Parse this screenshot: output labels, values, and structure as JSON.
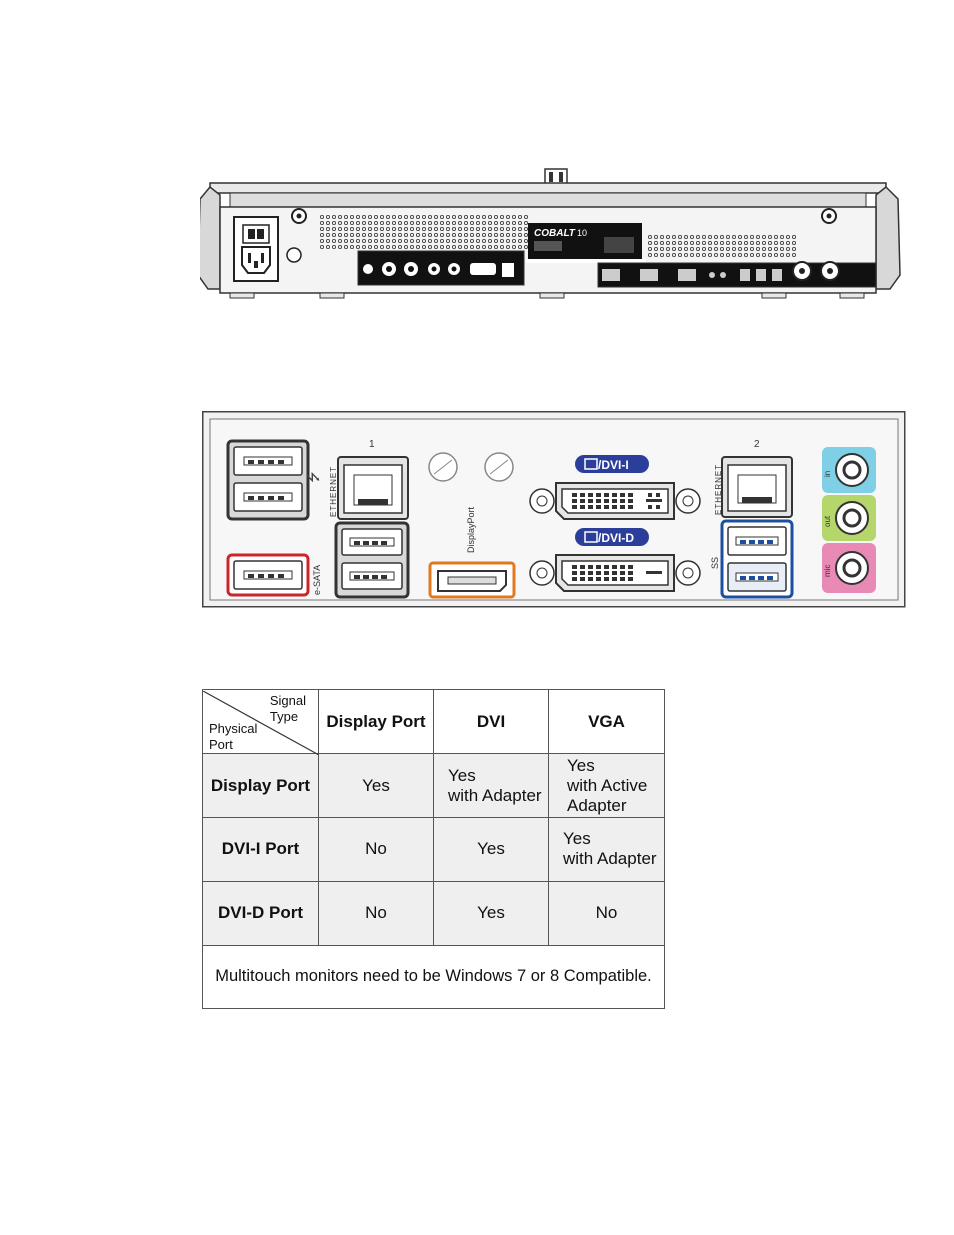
{
  "console_rear": {
    "brand_label": "COBALT",
    "model_number": "10"
  },
  "io_panel": {
    "ethernet_1_number": "1",
    "ethernet_2_number": "2",
    "ethernet_label": "ETHERNET",
    "esata_label": "e-SATA",
    "displayport_label": "DisplayPort",
    "dvi_i_label": "/DVI-I",
    "dvi_d_label": "/DVI-D",
    "usb3_label": "SS",
    "audio_labels": [
      "in",
      "out",
      "mic"
    ],
    "colors": {
      "dvi_badge": "#2b3f9a",
      "esata_outline": "#c9252b",
      "displayport_outline": "#e07a20",
      "usb3_outline": "#1d4fa0",
      "jack_in": "#7fd0e6",
      "jack_out": "#b5d66b",
      "jack_mic": "#e889b6"
    }
  },
  "compat_table": {
    "corner_top": [
      "Signal",
      "Type"
    ],
    "corner_bottom": [
      "Physical",
      "Port"
    ],
    "columns": [
      "Display Port",
      "DVI",
      "VGA"
    ],
    "rows": [
      {
        "port": "Display Port",
        "display_port": "Yes",
        "dvi": [
          "Yes",
          "with Adapter"
        ],
        "vga": [
          "Yes",
          "with Active",
          "Adapter"
        ]
      },
      {
        "port": "DVI-I Port",
        "display_port": "No",
        "dvi": "Yes",
        "vga": [
          "Yes",
          "with Adapter"
        ]
      },
      {
        "port": "DVI-D Port",
        "display_port": "No",
        "dvi": "Yes",
        "vga": "No"
      }
    ],
    "footnote": "Multitouch monitors need to be Windows 7 or 8 Compatible."
  }
}
